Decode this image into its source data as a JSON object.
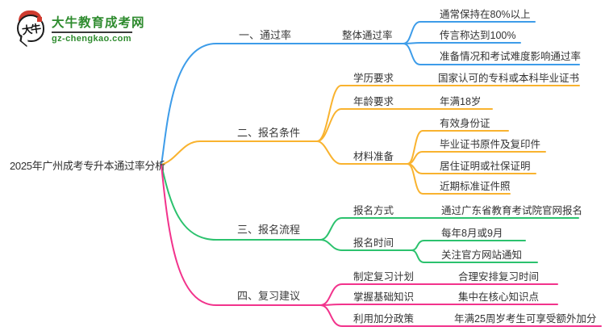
{
  "logo": {
    "icon_text": "大牛",
    "site_name": "大牛教育成考网",
    "site_url": "gz-chengkao.com",
    "green": "#2e8b2e",
    "red": "#cf3b2f"
  },
  "mindmap": {
    "root": "2025年广州成考专升本通过率分析",
    "branches": [
      {
        "label": "一、通过率",
        "color": "#3d9ce9",
        "children": [
          {
            "label": "整体通过率",
            "children": [
              "通常保持在80%以上",
              "传言称达到100%",
              "准备情况和考试难度影响通过率"
            ]
          }
        ]
      },
      {
        "label": "二、报名条件",
        "color": "#f9b32f",
        "children": [
          {
            "label": "学历要求",
            "children": [
              "国家认可的专科或本科毕业证书"
            ]
          },
          {
            "label": "年龄要求",
            "children": [
              "年满18岁"
            ]
          },
          {
            "label": "材料准备",
            "children": [
              "有效身份证",
              "毕业证书原件及复印件",
              "居住证明或社保证明",
              "近期标准证件照"
            ]
          }
        ]
      },
      {
        "label": "三、报名流程",
        "color": "#2cc26e",
        "children": [
          {
            "label": "报名方式",
            "children": [
              "通过广东省教育考试院官网报名"
            ]
          },
          {
            "label": "报名时间",
            "children": [
              "每年8月或9月",
              "关注官方网站通知"
            ]
          }
        ]
      },
      {
        "label": "四、复习建议",
        "color": "#f2338c",
        "children": [
          {
            "label": "制定复习计划",
            "children": [
              "合理安排复习时间"
            ]
          },
          {
            "label": "掌握基础知识",
            "children": [
              "集中在核心知识点"
            ]
          },
          {
            "label": "利用加分政策",
            "children": [
              "年满25周岁考生可享受额外加分"
            ]
          }
        ]
      }
    ]
  }
}
